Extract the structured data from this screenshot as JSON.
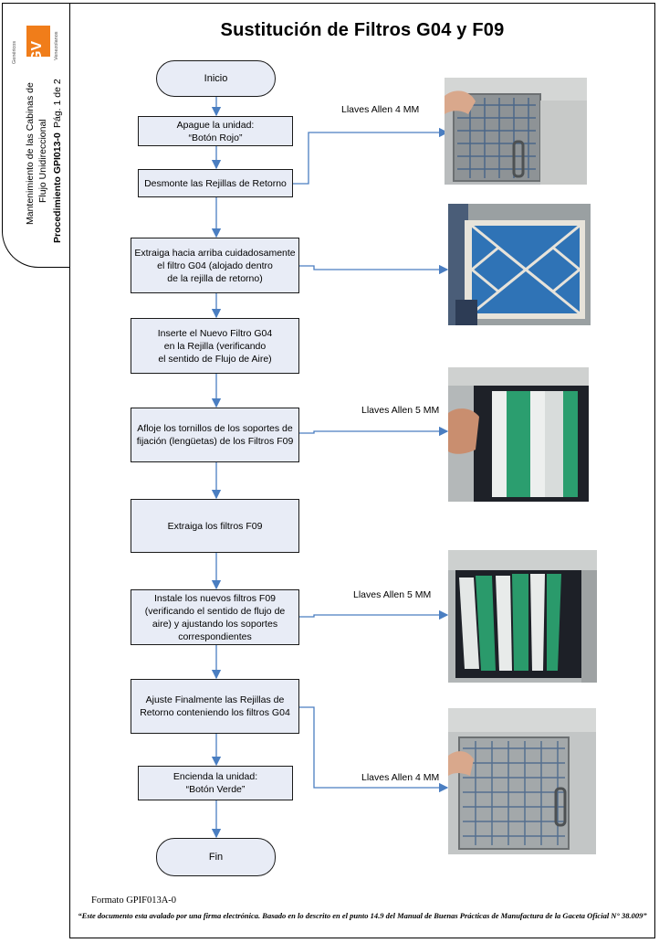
{
  "header": {
    "logo_small_top": "Genéricos",
    "logo_letters": "GV",
    "logo_small_right": "Venezolanos",
    "doc_line1": "Mantenimiento de las Cabinas de",
    "doc_line2": "Flujo Unidireccional",
    "procedure": "Procedimiento GPI013-0",
    "page": "Pág. 1 de 2"
  },
  "title": "Sustitución de Filtros G04 y F09",
  "flow": {
    "start": "Inicio",
    "end": "Fin",
    "steps": [
      "Apague la unidad:\n“Botón Rojo”",
      "Desmonte las Rejillas de Retorno",
      "Extraiga hacia arriba cuidadosamente\nel filtro G04 (alojado dentro\nde la rejilla de retorno)",
      "Inserte el Nuevo Filtro G04\nen la Rejilla (verificando\nel sentido de Flujo de Aire)",
      "Afloje los tornillos de los soportes de\nfijación (lengüetas) de los Filtros F09",
      "Extraiga los filtros F09",
      "Instale los nuevos filtros F09\n(verificando el sentido de flujo de\naire) y ajustando los soportes\ncorrespondientes",
      "Ajuste Finalmente las Rejillas de\nRetorno conteniendo los filtros G04",
      "Encienda la unidad:\n“Botón Verde”"
    ]
  },
  "tools": [
    "Llaves Allen 4 MM",
    "Llaves Allen 5 MM",
    "Llaves Allen 5 MM",
    "Llaves Allen 4 MM"
  ],
  "footer": {
    "format": "Formato GPIF013A-0",
    "note": "“Este documento esta avalado por una firma electrónica. Basado en lo descrito en el punto 14.9 del Manual de Buenas Prácticas de Manufactura de la Gaceta Oficial N° 38.009”"
  }
}
